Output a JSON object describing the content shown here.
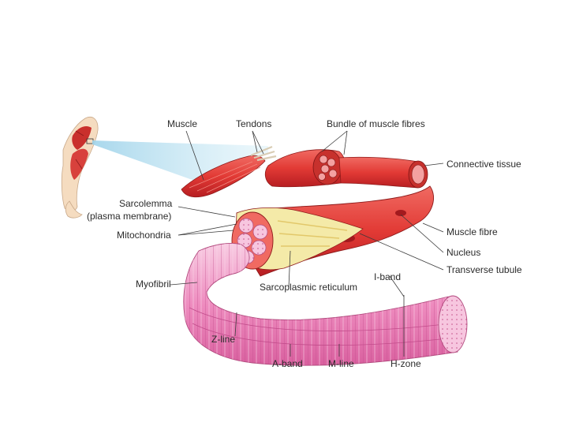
{
  "labels": {
    "muscle": "Muscle",
    "tendons": "Tendons",
    "bundle": "Bundle of muscle fibres",
    "connective_tissue": "Connective tissue",
    "sarcolemma": "Sarcolemma",
    "plasma_membrane": "(plasma membrane)",
    "mitochondria": "Mitochondria",
    "muscle_fibre": "Muscle fibre",
    "nucleus": "Nucleus",
    "transverse_tubule": "Transverse tubule",
    "myofibril": "Myofibril",
    "sarcoplasmic_reticulum": "Sarcoplasmic reticulum",
    "i_band": "I-band",
    "z_line": "Z-line",
    "a_band": "A-band",
    "m_line": "M-line",
    "h_zone": "H-zone"
  },
  "colors": {
    "muscle_red": "#e8403c",
    "muscle_dark": "#b81f22",
    "tendon": "#f3ead8",
    "myofibril_pink": "#ef8fc0",
    "myofibril_light": "#f7c6df",
    "skin": "#f5dcc0",
    "zoom_cone": "#bfe3f2",
    "reticulum": "#f4eaa8"
  }
}
